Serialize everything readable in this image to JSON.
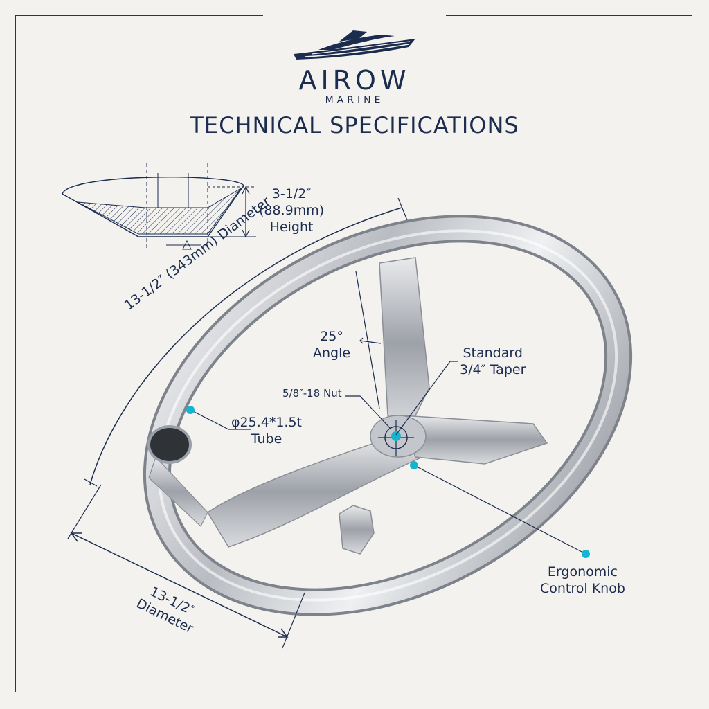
{
  "brand": {
    "name": "AIROW",
    "subtitle": "MARINE",
    "logo": "speedboat-logo-icon"
  },
  "title": "TECHNICAL SPECIFICATIONS",
  "colors": {
    "navy": "#1b2c4f",
    "accent": "#16b5cf",
    "background": "#f3f2ee",
    "steel": "#c9ccd1"
  },
  "labels": {
    "height": {
      "line1": "3-1/2″",
      "line2": "(88.9mm)",
      "line3": "Height"
    },
    "arc_diameter": "13-1/2″ (343mm) Diameter",
    "angle": {
      "line1": "25°",
      "line2": "Angle"
    },
    "taper": {
      "line1": "Standard",
      "line2": "3/4″ Taper"
    },
    "nut": "5/8″-18 Nut",
    "tube": {
      "line1": "φ25.4*1.5t",
      "line2": "Tube"
    },
    "knob": {
      "line1": "Ergonomic",
      "line2": "Control Knob"
    },
    "bottom_diameter": {
      "line1": "13-1/2″",
      "line2": "Diameter"
    }
  }
}
